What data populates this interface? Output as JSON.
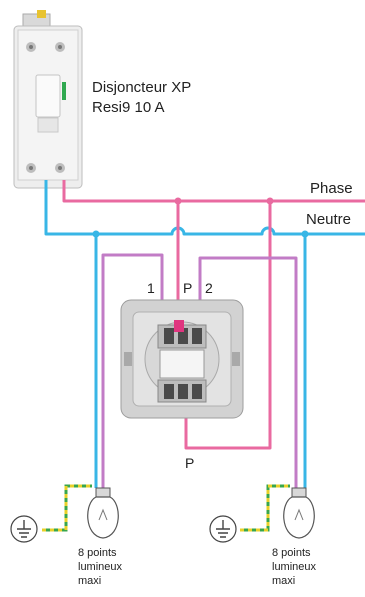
{
  "breaker": {
    "name": "Disjoncteur XP",
    "rating": "Resi9 10 A"
  },
  "lines": {
    "phase_label": "Phase",
    "neutral_label": "Neutre"
  },
  "switch": {
    "terminal_1": "1",
    "terminal_p": "P",
    "terminal_2": "2",
    "terminal_p_bottom": "P"
  },
  "lamps": [
    {
      "caption_line1": "8 points",
      "caption_line2": "lumineux",
      "caption_line3": "maxi"
    },
    {
      "caption_line1": "8 points",
      "caption_line2": "lumineux",
      "caption_line3": "maxi"
    }
  ],
  "colors": {
    "phase": "#e96aa0",
    "neutral": "#38b6e6",
    "traveler": "#c27cc6",
    "earth_green": "#3aa64a",
    "earth_yellow": "#e8d12a"
  }
}
